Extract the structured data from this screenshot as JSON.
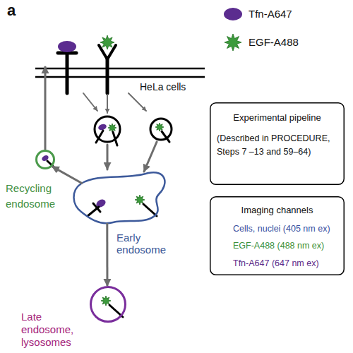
{
  "diagram": {
    "nodes": [
      {
        "text": [
          "HeLa cells"
        ]
      },
      {
        "text": [
          "Early endosome"
        ]
      },
      {
        "text": [
          "Recycling endosome"
        ]
      },
      {
        "text": [
          "Late endosome, lysosomes"
        ]
      },
      {
        "text": [
          "Experimental pipeline",
          "(Described in PROCEDURE, Steps 7 –13 and 59–64)"
        ]
      },
      {
        "text": [
          "Imaging channels",
          "Cells, nuclei (405 nm ex)",
          "EGF-A488 (488 nm ex)",
          "Tfn-A647 (647 nm ex)"
        ]
      }
    ],
    "edges": [
      {
        "from": 1,
        "to": 2,
        "arrow": "to"
      },
      {
        "from": 2,
        "to": 0,
        "arrow": "to"
      },
      {
        "from": 1,
        "to": 3,
        "arrow": "to"
      }
    ],
    "labels": [
      "a"
    ],
    "legend": [
      {
        "text": "Tfn-A647"
      },
      {
        "text": "EGF-A488"
      }
    ]
  }
}
